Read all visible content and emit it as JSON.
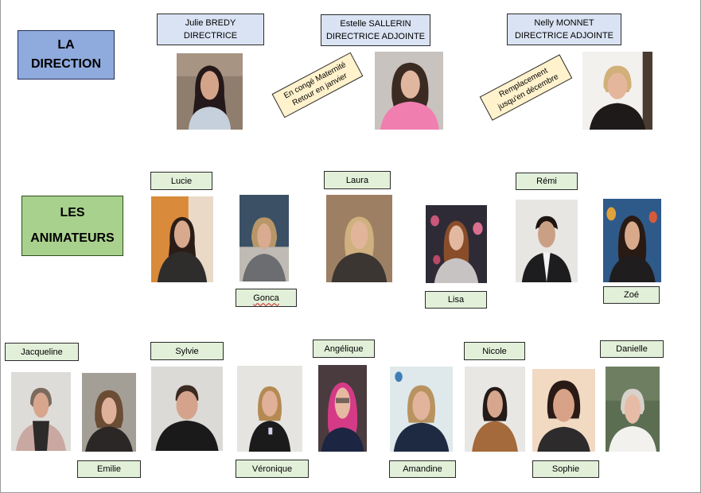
{
  "direction": {
    "title_line1": "LA",
    "title_line2": "DIRECTION",
    "members": [
      {
        "name": "Julie BREDY",
        "role": "DIRECTRICE"
      },
      {
        "name": "Estelle SALLERIN",
        "role": "DIRECTRICE ADJOINTE"
      },
      {
        "name": "Nelly MONNET",
        "role": "DIRECTRICE ADJOINTE"
      }
    ],
    "notes": [
      {
        "line1": "En congé Maternité",
        "line2": "Retour en janvier"
      },
      {
        "line1": "Remplacement",
        "line2": "jusqu'en décembre"
      }
    ]
  },
  "animateurs": {
    "title_line1": "LES",
    "title_line2": "ANIMATEURS",
    "names": [
      "Lucie",
      "Gonca",
      "Laura",
      "Lisa",
      "Rémi",
      "Zoé",
      "Jacqueline",
      "Emilie",
      "Sylvie",
      "Véronique",
      "Angélique",
      "Amandine",
      "Nicole",
      "Sophie",
      "Danielle"
    ]
  },
  "colors": {
    "direction_title": "#8faadc",
    "animateurs_title": "#a9d18e",
    "direction_label": "#dae3f3",
    "name_label": "#e2f0d9",
    "note_label": "#fff2cc"
  }
}
